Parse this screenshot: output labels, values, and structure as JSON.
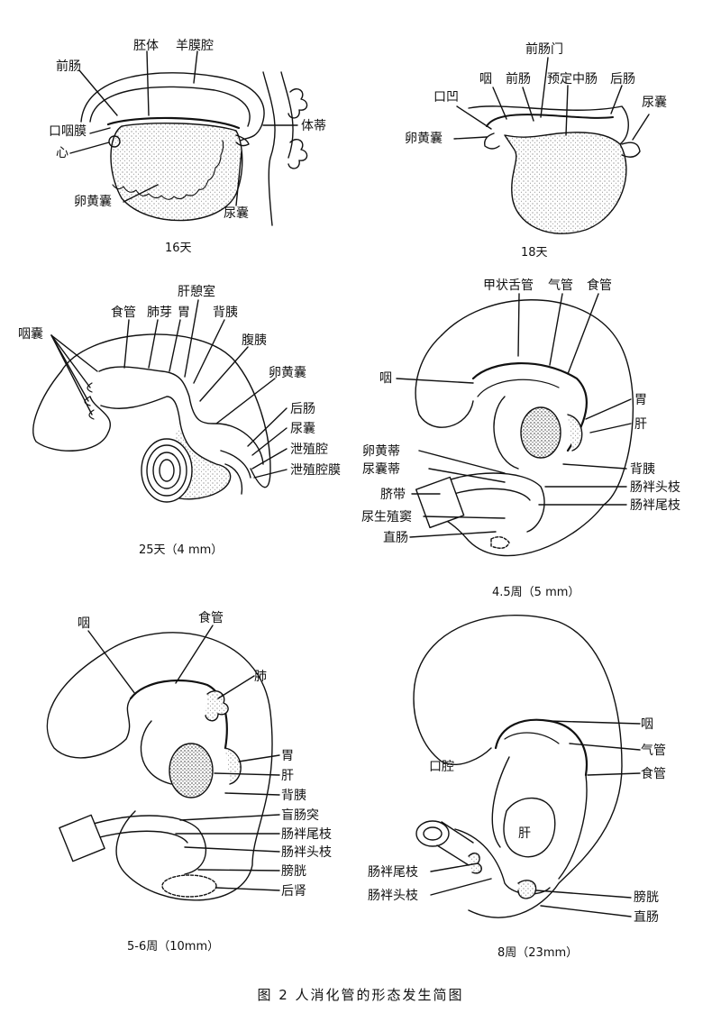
{
  "figure_caption": "图 2  人消化管的形态发生简图",
  "panels": {
    "p16": {
      "stage": "16天",
      "labels": {
        "embryo_body": "胚体",
        "amniotic_cavity": "羊膜腔",
        "foregut": "前肠",
        "oropharyngeal_membrane": "口咽膜",
        "heart": "心",
        "body_stalk": "体蒂",
        "yolk_sac": "卵黄囊",
        "allantois": "尿囊"
      }
    },
    "p18": {
      "stage": "18天",
      "labels": {
        "anterior_intestinal_portal": "前肠门",
        "pharynx": "咽",
        "foregut": "前肠",
        "presumptive_midgut": "预定中肠",
        "hindgut": "后肠",
        "stomodeum": "口凹",
        "allantois": "尿囊",
        "yolk_sac": "卵黄囊"
      }
    },
    "p25": {
      "stage": "25天（4 mm）",
      "labels": {
        "hepatic_diverticulum": "肝憩室",
        "esophagus": "食管",
        "lung_bud": "肺芽",
        "stomach": "胃",
        "dorsal_pancreas": "背胰",
        "pharyngeal_pouches": "咽囊",
        "ventral_pancreas": "腹胰",
        "yolk_sac": "卵黄囊",
        "hindgut": "后肠",
        "allantois": "尿囊",
        "cloaca": "泄殖腔",
        "cloacal_membrane": "泄殖腔膜"
      }
    },
    "p45": {
      "stage": "4.5周（5 mm）",
      "labels": {
        "thyroglossal_duct": "甲状舌管",
        "trachea": "气管",
        "esophagus": "食管",
        "pharynx": "咽",
        "stomach": "胃",
        "liver": "肝",
        "vitelline_duct": "卵黄蒂",
        "allantoic_stalk": "尿囊蒂",
        "dorsal_pancreas": "背胰",
        "cranial_limb": "肠袢头枝",
        "umbilical_cord": "脐带",
        "caudal_limb": "肠袢尾枝",
        "urogenital_sinus": "尿生殖窦",
        "rectum": "直肠"
      }
    },
    "p56": {
      "stage": "5-6周（10mm）",
      "labels": {
        "pharynx": "咽",
        "esophagus": "食管",
        "lung": "肺",
        "stomach": "胃",
        "liver": "肝",
        "dorsal_pancreas": "背胰",
        "cecal_bud": "盲肠突",
        "caudal_limb": "肠袢尾枝",
        "cranial_limb": "肠袢头枝",
        "bladder": "膀胱",
        "metanephros": "后肾"
      }
    },
    "p8": {
      "stage": "8周（23mm）",
      "labels": {
        "pharynx": "咽",
        "trachea": "气管",
        "oral_cavity": "口腔",
        "esophagus": "食管",
        "liver": "肝",
        "caudal_limb": "肠袢尾枝",
        "cranial_limb": "肠袢头枝",
        "bladder": "膀胱",
        "rectum": "直肠"
      }
    }
  }
}
